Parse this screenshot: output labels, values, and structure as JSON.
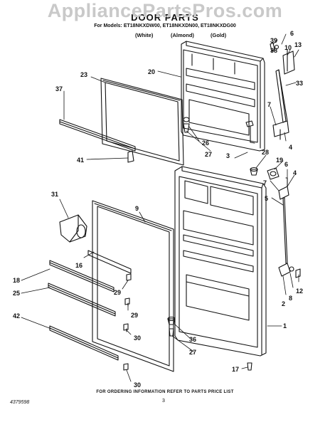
{
  "watermark": "AppliancePartsPros.com",
  "title": "DOOR PARTS",
  "models_line": "For Models: ET18NKXDW00, ET18NKXDN00, ET18NKXDG00",
  "colors": [
    "(White)",
    "(Almond)",
    "(Gold)"
  ],
  "footer": "FOR ORDERING INFORMATION REFER TO PARTS PRICE LIST",
  "page_number": "3",
  "part_number": "4379598",
  "callouts": [
    "1",
    "2",
    "3",
    "4",
    "4",
    "5",
    "6",
    "6",
    "7",
    "7",
    "8",
    "9",
    "10",
    "12",
    "13",
    "16",
    "17",
    "18",
    "19",
    "20",
    "23",
    "25",
    "26",
    "27",
    "27",
    "28",
    "29",
    "29",
    "30",
    "30",
    "31",
    "33",
    "36",
    "37",
    "38",
    "39",
    "41",
    "42"
  ]
}
